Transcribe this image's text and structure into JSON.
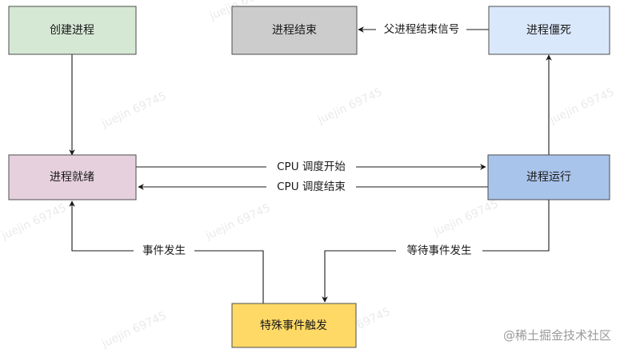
{
  "colors": {
    "green_fill": "#d5e8d4",
    "gray_fill": "#cccccc",
    "light_blue_fill": "#dae8fc",
    "pink_fill": "#e6d0de",
    "blue_fill": "#a9c4eb",
    "yellow_fill": "#ffd966",
    "stroke": "#4d4d4d",
    "line": "#1a1a1a"
  },
  "nodes": {
    "create": {
      "label": "创建进程",
      "fill": "#d5e8d4"
    },
    "end": {
      "label": "进程结束",
      "fill": "#cccccc"
    },
    "zombie": {
      "label": "进程僵死",
      "fill": "#dae8fc"
    },
    "ready": {
      "label": "进程就绪",
      "fill": "#e6d0de"
    },
    "running": {
      "label": "进程运行",
      "fill": "#a9c4eb"
    },
    "trigger": {
      "label": "特殊事件触发",
      "fill": "#ffd966"
    }
  },
  "edges": {
    "parent_signal": {
      "label": "父进程结束信号"
    },
    "cpu_start": {
      "label": "CPU 调度开始"
    },
    "cpu_end": {
      "label": "CPU 调度结束"
    },
    "event_happen": {
      "label": "事件发生"
    },
    "wait_event": {
      "label": "等待事件发生"
    }
  },
  "watermarks": [
    "juejin 69745"
  ],
  "logo": {
    "text": "@稀土掘金技术社区"
  }
}
